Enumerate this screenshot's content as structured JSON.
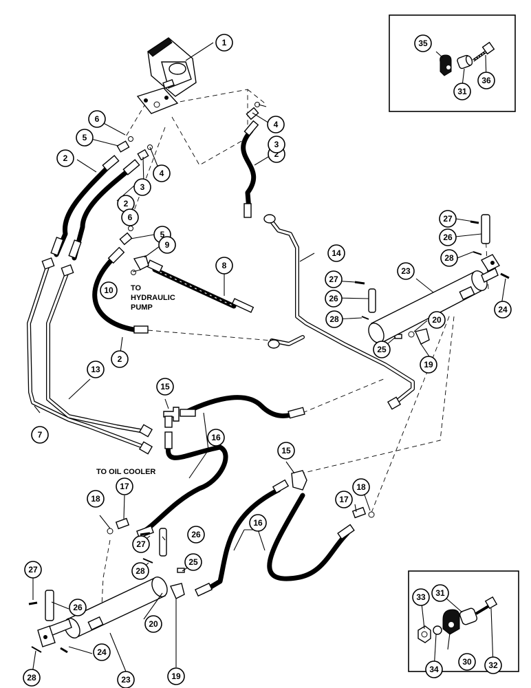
{
  "labels": {
    "to_hydraulic_pump_line1": "TO",
    "to_hydraulic_pump_line2": "HYDRAULIC",
    "to_hydraulic_pump_line3": "PUMP",
    "to_oil_cooler": "TO OIL COOLER"
  },
  "callouts": {
    "c1": "1",
    "c2a": "2",
    "c2b": "2",
    "c2c": "2",
    "c2d": "2",
    "c3a": "3",
    "c3b": "3",
    "c4a": "4",
    "c4b": "4",
    "c5a": "5",
    "c5b": "5",
    "c6a": "6",
    "c6b": "6",
    "c7": "7",
    "c8": "8",
    "c9": "9",
    "c10": "10",
    "c13": "13",
    "c14": "14",
    "c15a": "15",
    "c15b": "15",
    "c16a": "16",
    "c16b": "16",
    "c17a": "17",
    "c17b": "17",
    "c18a": "18",
    "c18b": "18",
    "c19a": "19",
    "c19b": "19",
    "c20a": "20",
    "c20b": "20",
    "c23a": "23",
    "c23b": "23",
    "c24a": "24",
    "c24b": "24",
    "c25a": "25",
    "c25b": "25",
    "c26a": "26",
    "c26b": "26",
    "c26c": "26",
    "c26d": "26",
    "c27a": "27",
    "c27b": "27",
    "c27c": "27",
    "c27d": "27",
    "c28a": "28",
    "c28b": "28",
    "c28c": "28",
    "c28d": "28",
    "c30": "30",
    "c31a": "31",
    "c31b": "31",
    "c32": "32",
    "c33": "33",
    "c34": "34",
    "c35": "35",
    "c36": "36"
  }
}
